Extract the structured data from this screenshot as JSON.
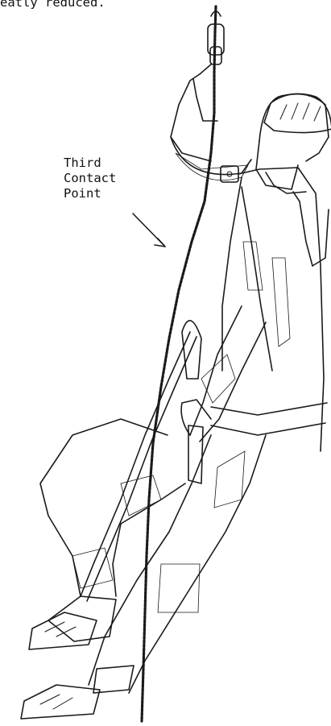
{
  "caption": "eatly reduced.",
  "label": {
    "line1": "Third",
    "line2": "Contact",
    "line3": "Point"
  }
}
